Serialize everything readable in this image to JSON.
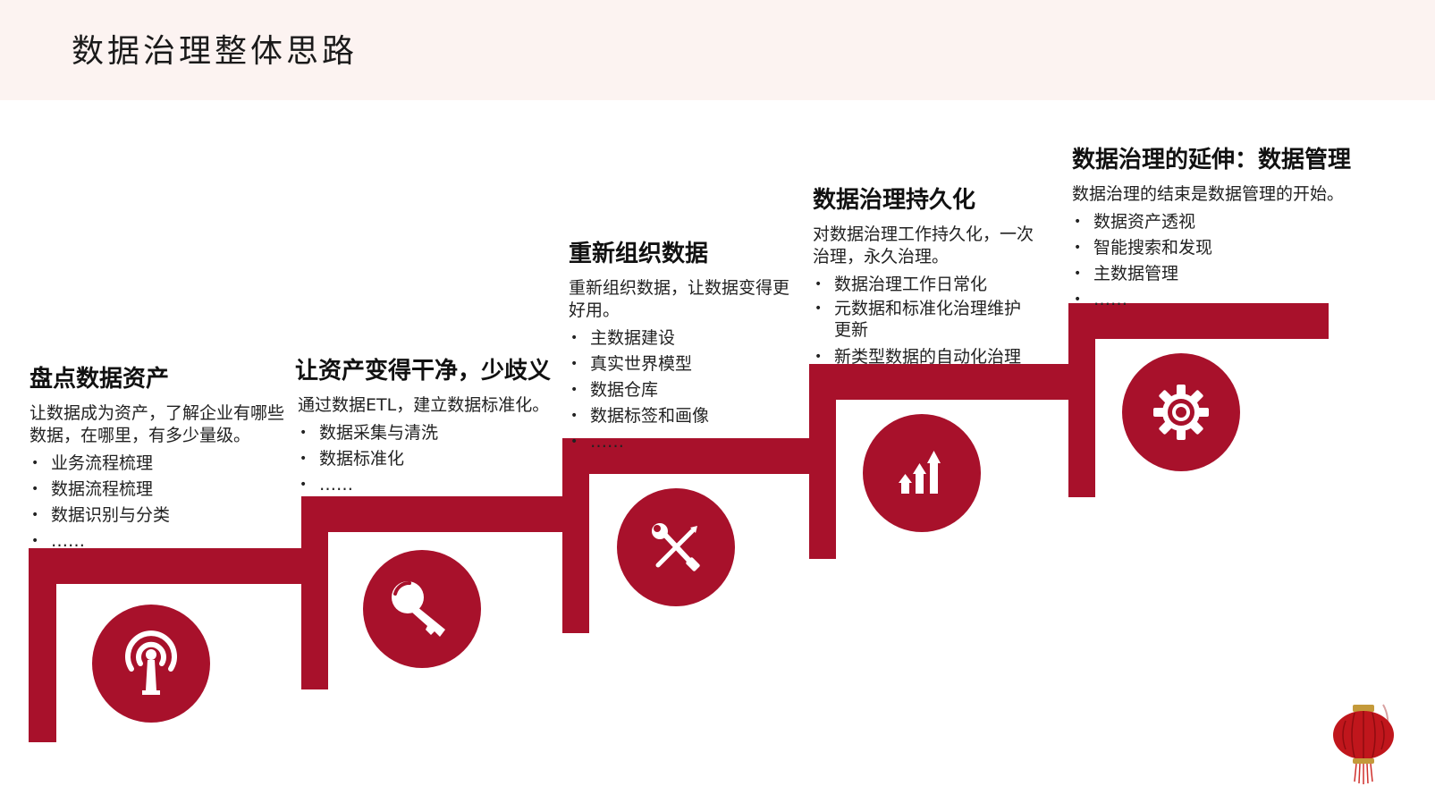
{
  "header": {
    "title": "数据治理整体思路"
  },
  "colors": {
    "accent": "#a8112b",
    "header_bg": "#fcf3f1"
  },
  "steps": [
    {
      "title": "盘点数据资产",
      "desc": "让数据成为资产，了解企业有哪些数据，在哪里，有多少量级。",
      "items": [
        "业务流程梳理",
        "数据流程梳理",
        "数据识别与分类",
        "……"
      ],
      "icon": "signal-tower-icon"
    },
    {
      "title": "让资产变得干净，少歧义",
      "desc": "通过数据ETL，建立数据标准化。",
      "items": [
        "数据采集与清洗",
        "数据标准化",
        "……"
      ],
      "icon": "key-icon"
    },
    {
      "title": "重新组织数据",
      "desc": "重新组织数据，让数据变得更好用。",
      "items": [
        "主数据建设",
        "真实世界模型",
        "数据仓库",
        "数据标签和画像",
        "……"
      ],
      "icon": "tools-icon"
    },
    {
      "title": "数据治理持久化",
      "desc": "对数据治理工作持久化，一次治理，永久治理。",
      "items": [
        "数据治理工作日常化",
        "元数据和标准化治理维护更新",
        "新类型数据的自动化治理"
      ],
      "icon": "growth-arrows-icon"
    },
    {
      "title": "数据治理的延伸：数据管理",
      "desc": "数据治理的结束是数据管理的开始。",
      "items": [
        "数据资产透视",
        "智能搜索和发现",
        "主数据管理",
        "……"
      ],
      "icon": "gear-icon"
    }
  ]
}
